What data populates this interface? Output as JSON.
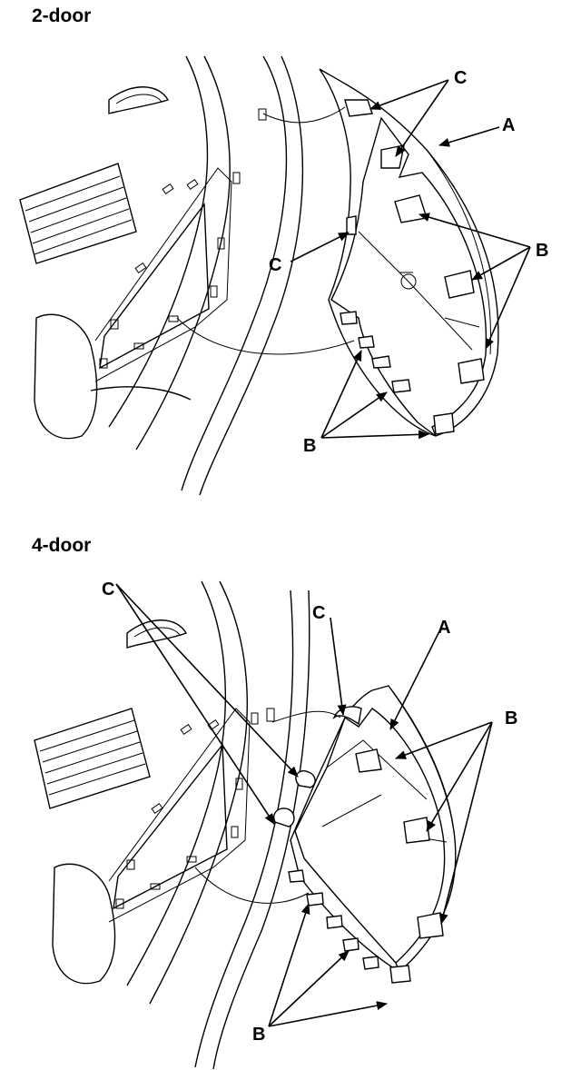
{
  "panels": [
    {
      "title": "2-door",
      "labels": {
        "a": "A",
        "b": "B",
        "c": "C"
      }
    },
    {
      "title": "4-door",
      "labels": {
        "a": "A",
        "b": "B",
        "c": "C"
      }
    }
  ],
  "colors": {
    "ink": "#000000",
    "paper": "#ffffff"
  }
}
